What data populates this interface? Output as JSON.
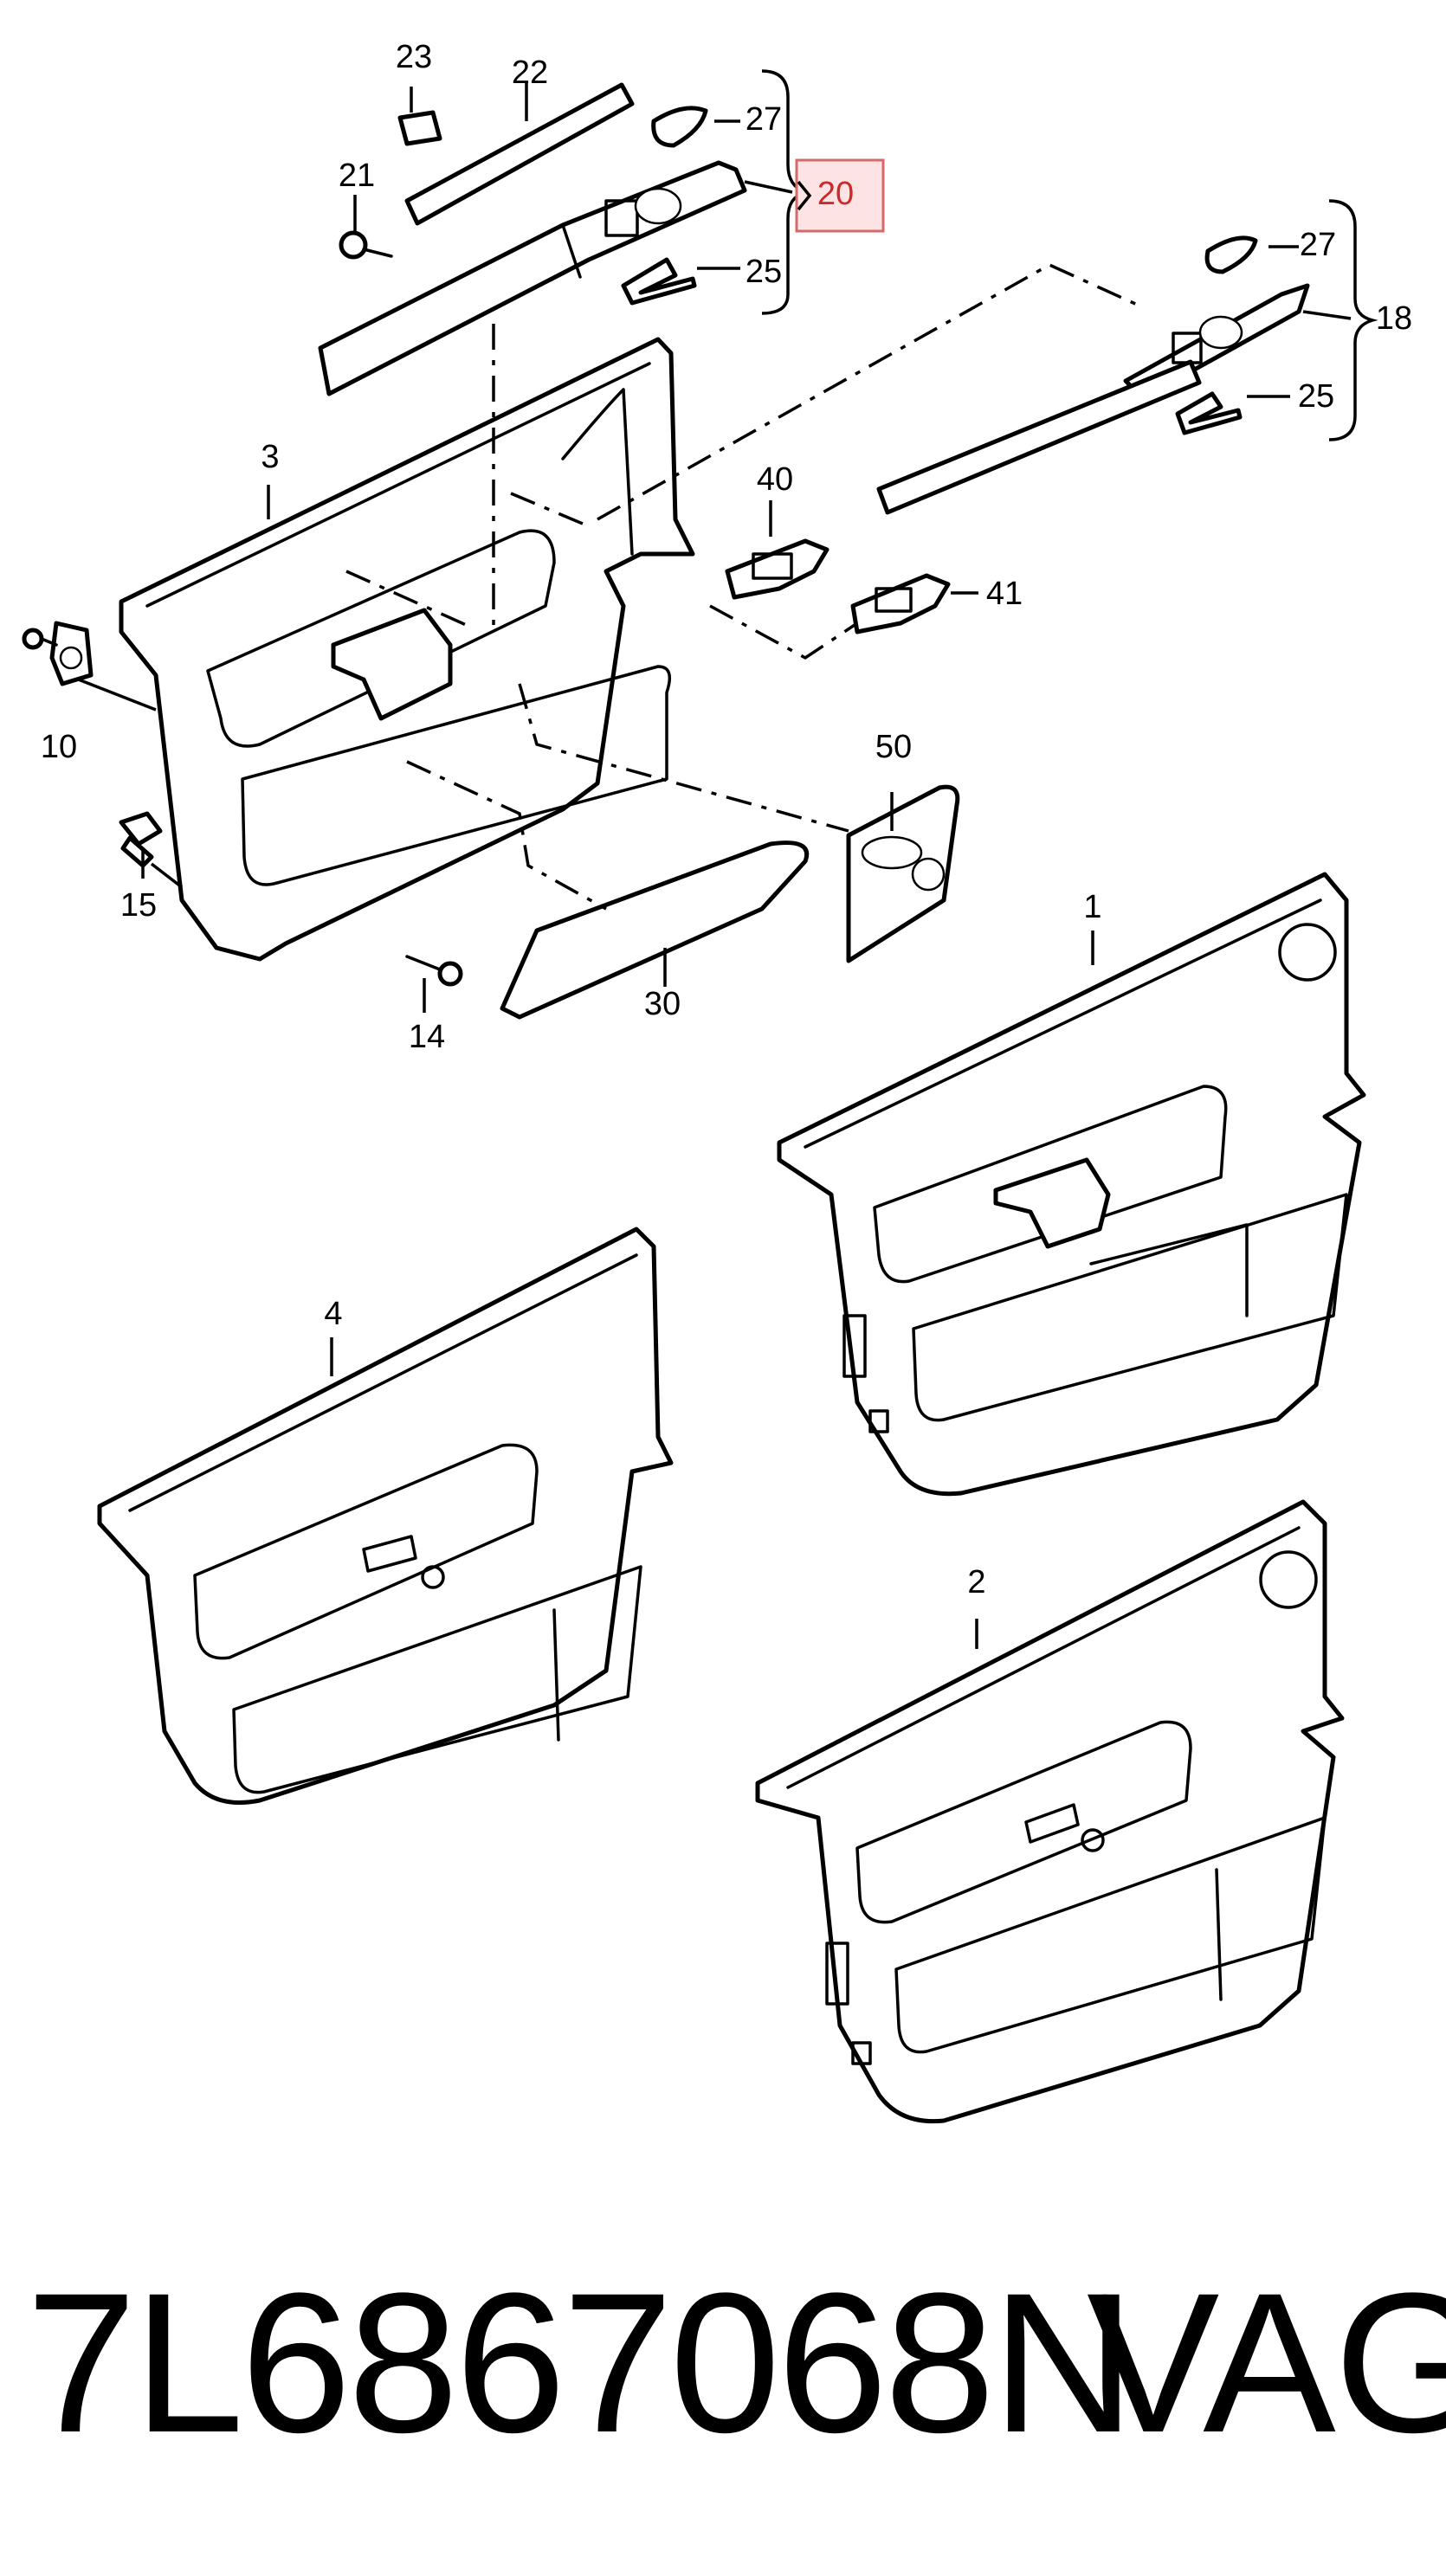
{
  "callouts": {
    "c23": "23",
    "c22": "22",
    "c27a": "27",
    "c20": "20",
    "c21": "21",
    "c25a": "25",
    "c27b": "27",
    "c18": "18",
    "c25b": "25",
    "c3": "3",
    "c40": "40",
    "c41": "41",
    "c10": "10",
    "c50": "50",
    "c15": "15",
    "c30": "30",
    "c14": "14",
    "c1": "1",
    "c4": "4",
    "c2": "2"
  },
  "highlighted_callout": "20",
  "colors": {
    "highlight_fill": "#fde3e3",
    "highlight_border": "#d46a6a",
    "highlight_text": "#cc2a2a",
    "line": "#000000"
  },
  "footer": {
    "part_number": "7L6867068N",
    "brand": "VAG"
  }
}
